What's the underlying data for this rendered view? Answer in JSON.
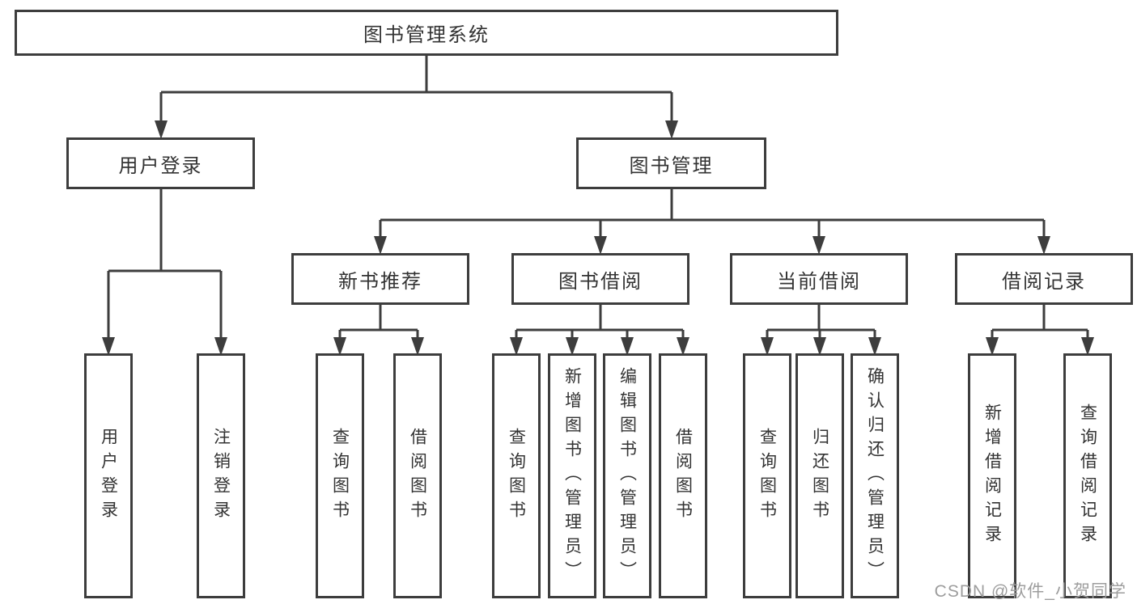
{
  "diagram": {
    "type": "hierarchy-tree",
    "colors": {
      "line": "#3d3d3d",
      "box_border": "#3d3d3d",
      "text": "#333333",
      "background": "#ffffff",
      "watermark": "#9d9d9d"
    }
  },
  "tree": {
    "label": "图书管理系统",
    "children": [
      {
        "label": "用户登录",
        "children": [
          {
            "label": "用户登录"
          },
          {
            "label": "注销登录"
          }
        ]
      },
      {
        "label": "图书管理",
        "children": [
          {
            "label": "新书推荐",
            "children": [
              {
                "label": "查询图书"
              },
              {
                "label": "借阅图书"
              }
            ]
          },
          {
            "label": "图书借阅",
            "children": [
              {
                "label": "查询图书"
              },
              {
                "label": "新增图书（管理员）"
              },
              {
                "label": "编辑图书（管理员）"
              },
              {
                "label": "借阅图书"
              }
            ]
          },
          {
            "label": "当前借阅",
            "children": [
              {
                "label": "查询图书"
              },
              {
                "label": "归还图书"
              },
              {
                "label": "确认归还（管理员）"
              }
            ]
          },
          {
            "label": "借阅记录",
            "children": [
              {
                "label": "新增借阅记录"
              },
              {
                "label": "查询借阅记录"
              }
            ]
          }
        ]
      }
    ]
  },
  "watermark": "CSDN @软件_小贺同学"
}
